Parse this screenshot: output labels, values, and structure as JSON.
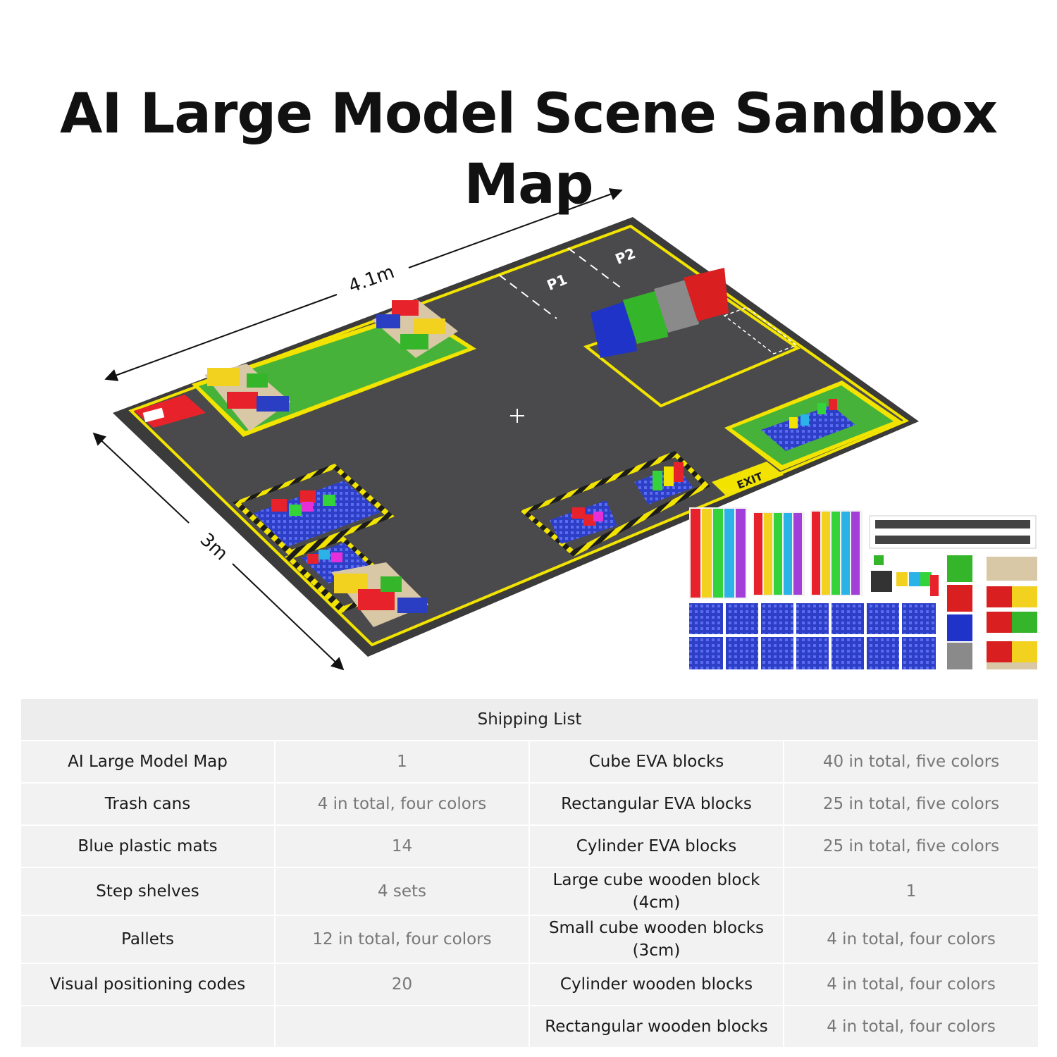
{
  "page": {
    "title": "AI Large Model Scene Sandbox Map"
  },
  "map": {
    "width_label": "4.1m",
    "depth_label": "3m",
    "parking_1": "P1",
    "parking_2": "P2",
    "exit_label": "EXIT",
    "colors": {
      "floor": "#4a4a4c",
      "border": "#3b3b3b",
      "lines": "#f2e400",
      "zone_green": "#47b23a",
      "zone_red": "#e8222a",
      "mat_blue": "#2d3fc7",
      "wood": "#d9c8a6",
      "bin_blue": "#1f33c9",
      "bin_green": "#35b52a",
      "bin_gray": "#8a8a8a",
      "bin_red": "#d91f1f"
    }
  },
  "shipping": {
    "header": "Shipping List",
    "rows": [
      {
        "left_name": "AI Large Model Map",
        "left_qty": "1",
        "right_name": "Cube EVA blocks",
        "right_qty": "40 in total, five colors"
      },
      {
        "left_name": "Trash cans",
        "left_qty": "4 in total, four colors",
        "right_name": "Rectangular EVA blocks",
        "right_qty": "25 in total, five colors"
      },
      {
        "left_name": "Blue plastic mats",
        "left_qty": "14",
        "right_name": "Cylinder EVA blocks",
        "right_qty": "25 in total, five colors"
      },
      {
        "left_name": "Step shelves",
        "left_qty": "4 sets",
        "right_name": "Large cube wooden block (4cm)",
        "right_qty": "1"
      },
      {
        "left_name": "Pallets",
        "left_qty": "12 in total, four colors",
        "right_name": "Small cube wooden blocks (3cm)",
        "right_qty": "4 in total, four colors"
      },
      {
        "left_name": "Visual positioning codes",
        "left_qty": "20",
        "right_name": "Cylinder wooden blocks",
        "right_qty": "4 in total, four colors"
      },
      {
        "left_name": "",
        "left_qty": "",
        "right_name": "Rectangular wooden blocks",
        "right_qty": "4 in total, four colors"
      }
    ]
  }
}
